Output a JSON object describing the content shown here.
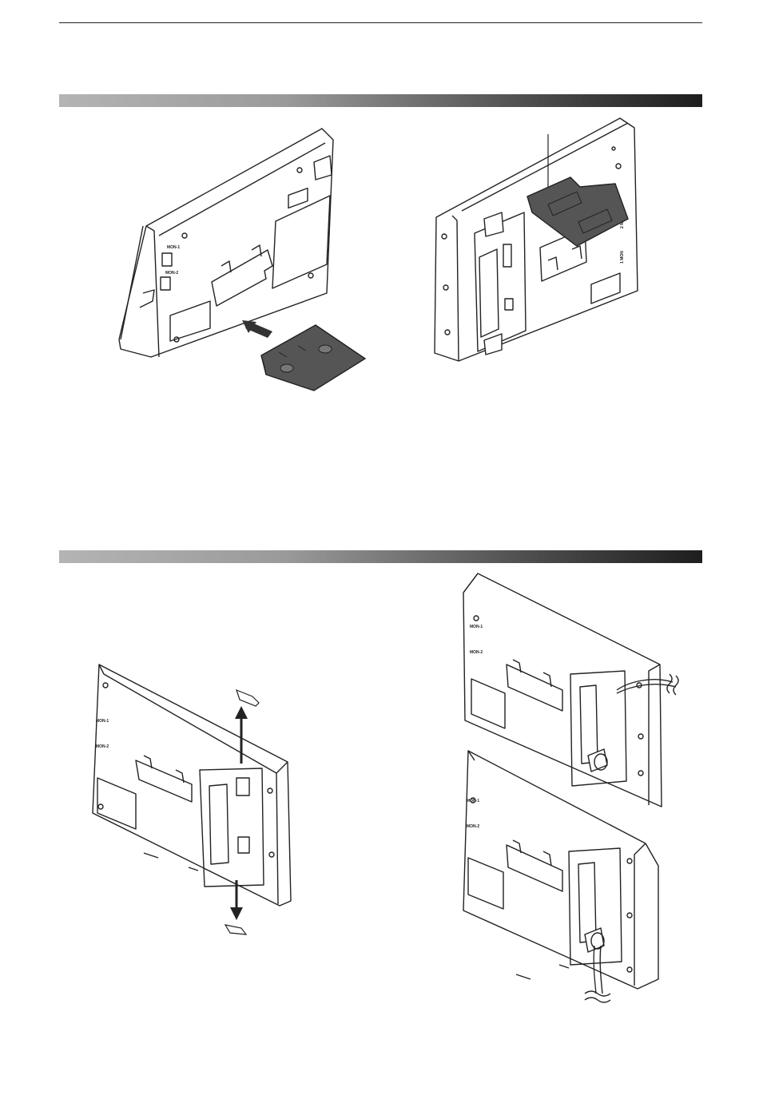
{
  "page": {
    "background": "#ffffff",
    "rule_color": "#222222"
  },
  "sections": [
    {
      "name": "section-1",
      "bar_gradient": [
        "#b4b4b4",
        "#1e1e1e"
      ]
    },
    {
      "name": "section-2",
      "bar_gradient": [
        "#b4b4b4",
        "#1e1e1e"
      ]
    }
  ],
  "figures": {
    "attach_plate": {
      "port_labels": [
        "MON-1",
        "MON-2"
      ]
    },
    "plate_attached": {
      "port_labels": [
        "2 MON",
        "1 MON"
      ]
    },
    "remove_covers": {
      "port_labels": [
        "MON-1",
        "MON-2"
      ]
    },
    "cable_routing": {
      "port_labels": [
        "MON-1",
        "MON-2"
      ]
    }
  },
  "icons": {
    "insert_arrow": "arrow-up-left-icon",
    "up_arrow": "arrow-up-icon",
    "down_arrow": "arrow-down-icon"
  }
}
